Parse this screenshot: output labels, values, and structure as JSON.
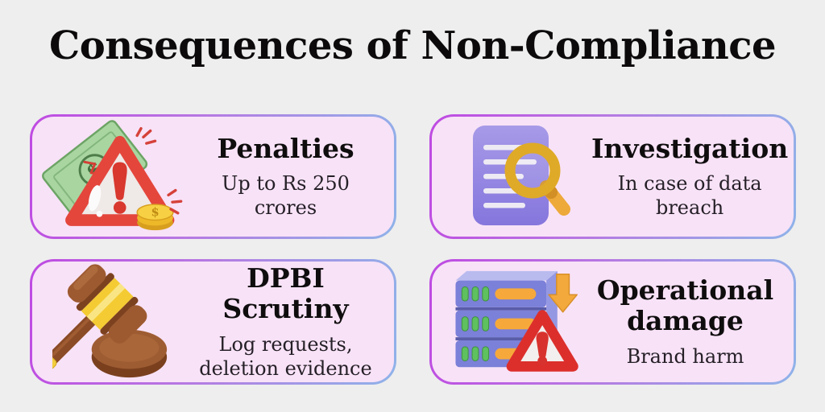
{
  "page": {
    "background": "#eeeeee"
  },
  "header": {
    "title": "Consequences of Non-Compliance"
  },
  "theme": {
    "card_background": "#f8e2f7",
    "border_gradient_start": "#bf4ae2",
    "border_gradient_end": "#8fb3e9",
    "title_color": "#0c0a0a",
    "subtitle_color": "#241f26",
    "warning_red": "#e0403a",
    "money_green": "#a9d5a1",
    "doc_purple": "#9183e2",
    "magnifier_gold": "#dfaa28",
    "gavel_brown": "#9d5a30",
    "server_purple": "#7b80d8",
    "led_green": "#5ec05e",
    "bar_orange": "#f6a93a"
  },
  "cards": [
    {
      "icon": "money-warning-icon",
      "title": "Penalties",
      "subtitle": "Up to Rs 250 crores"
    },
    {
      "icon": "document-search-icon",
      "title": "Investigation",
      "subtitle": "In case of data breach"
    },
    {
      "icon": "gavel-icon",
      "title": "DPBI Scrutiny",
      "subtitle": "Log requests,\ndeletion evidence"
    },
    {
      "icon": "server-warning-icon",
      "title": "Operational damage",
      "subtitle": "Brand harm"
    }
  ]
}
